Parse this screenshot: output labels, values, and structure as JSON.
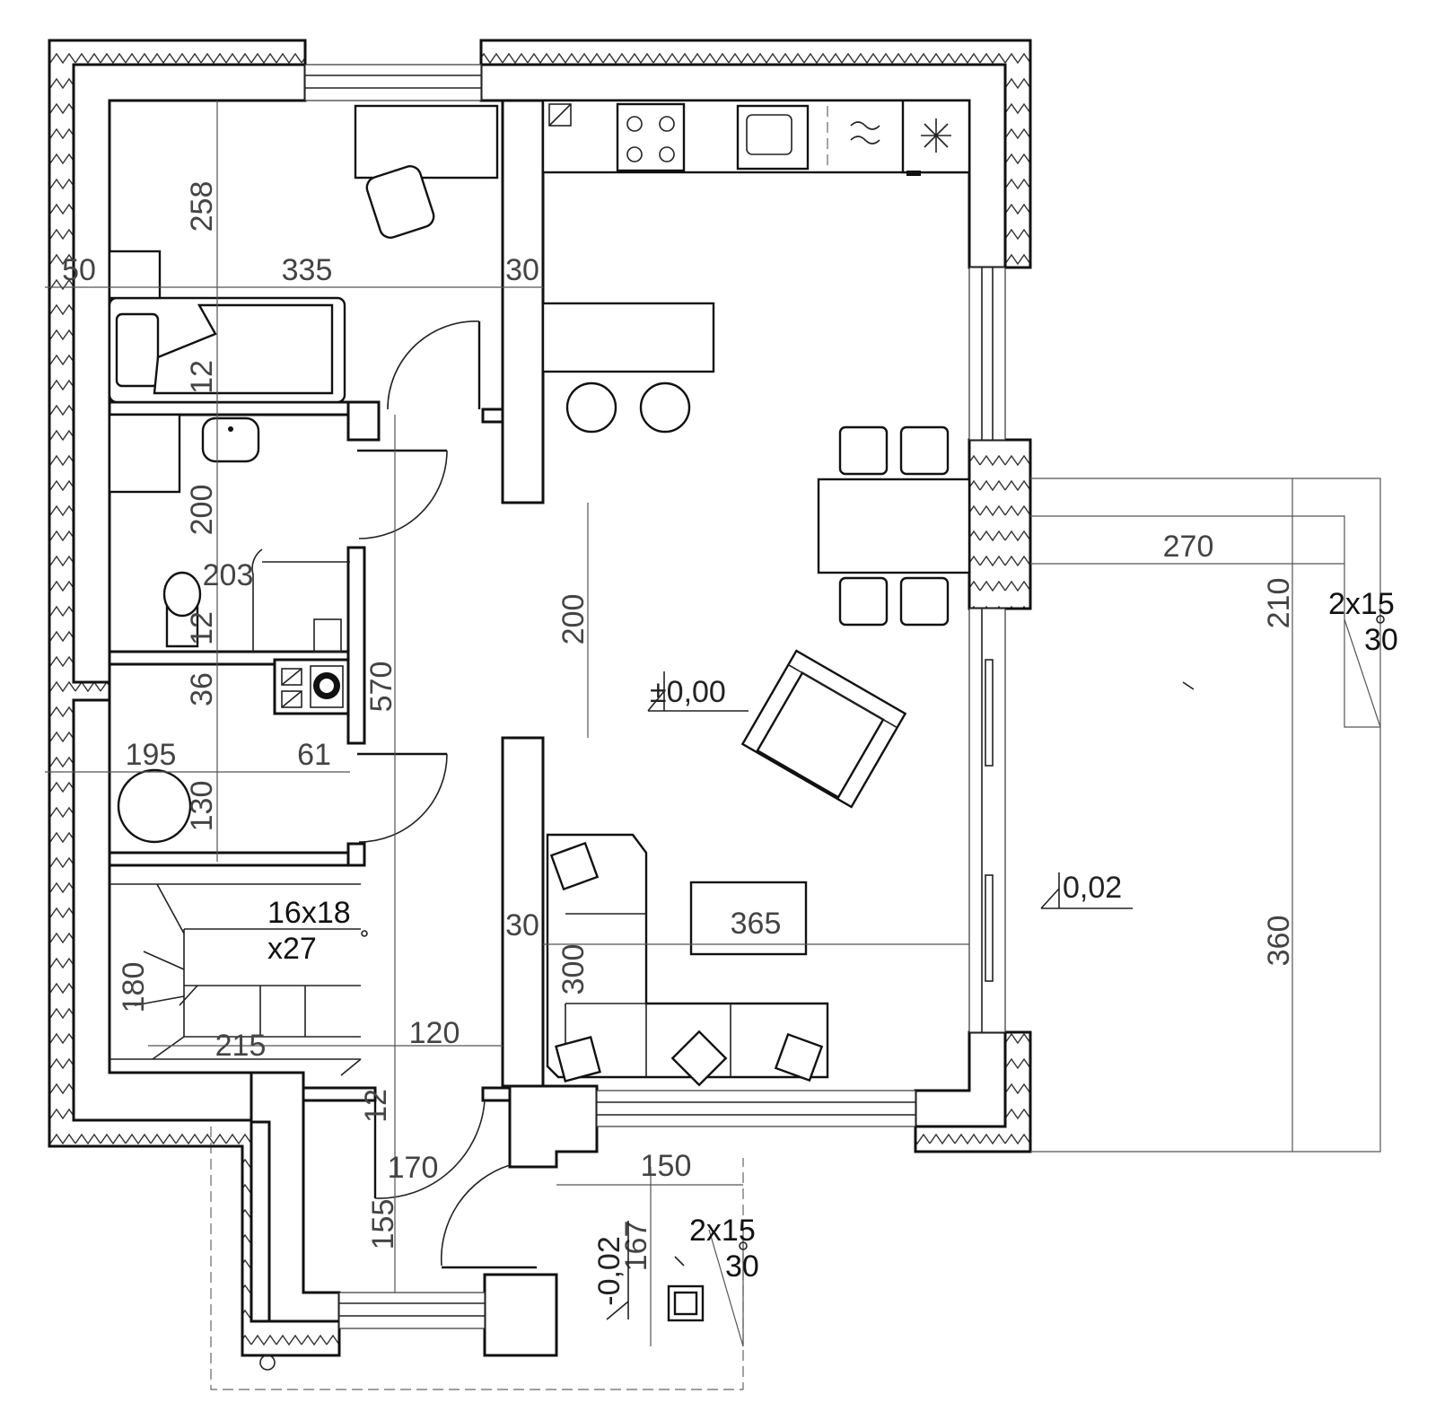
{
  "dimensions": {
    "d_258": "258",
    "d_50": "50",
    "d_335": "335",
    "d_30_top": "30",
    "d_12_bed": "12",
    "d_200_bath": "200",
    "d_203": "203",
    "d_12_wc": "12",
    "d_36": "36",
    "d_570": "570",
    "d_195": "195",
    "d_61": "61",
    "d_130": "130",
    "d_180": "180",
    "d_215": "215",
    "d_120": "120",
    "d_12_hall": "12",
    "d_170": "170",
    "d_155": "155",
    "d_150": "150",
    "d_167": "167",
    "d_200_living": "200",
    "d_30_mid": "30",
    "d_300": "300",
    "d_365": "365",
    "d_270": "270",
    "d_210": "210",
    "d_360": "360"
  },
  "notes": {
    "stair_line1": "16x18",
    "stair_line2": "x27",
    "step_east_line1": "2x15",
    "step_east_line2": "30",
    "step_south_line1": "2x15",
    "step_south_line2": "30"
  },
  "levels": {
    "main": "±0,00",
    "terrace": "0,02",
    "entrance": "-0,02"
  }
}
